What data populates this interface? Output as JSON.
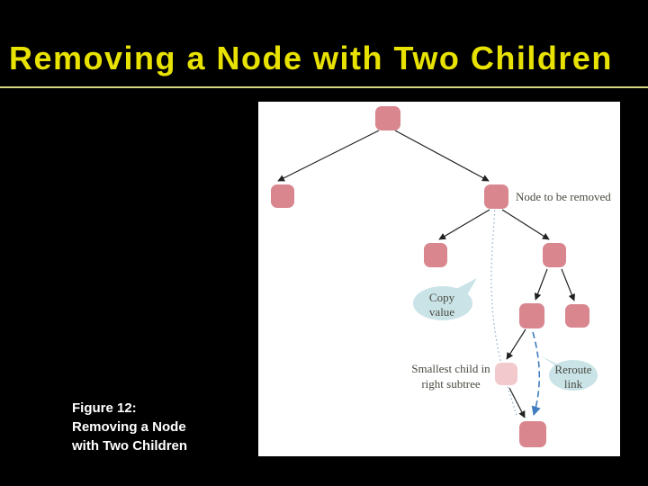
{
  "slide": {
    "title": "Removing a Node with Two Children",
    "caption_lines": [
      "Figure 12:",
      "Removing a Node",
      "with Two Children"
    ]
  },
  "diagram": {
    "labels": {
      "node_to_be_removed": "Node to be removed",
      "smallest_child_line1": "Smallest child in",
      "smallest_child_line2": "right subtree",
      "copy_value_line1": "Copy",
      "copy_value_line2": "value",
      "reroute_line1": "Reroute",
      "reroute_line2": "link"
    }
  },
  "colors": {
    "background": "#000000",
    "title": "#e8e200",
    "underline": "#d6d67e",
    "panel": "#ffffff",
    "node_pink": "#d9868e",
    "node_faded_pink": "#f2cacd",
    "bubble_blue": "#c9e3e7",
    "label_text": "#4b4b42",
    "caption_text": "#ffffff",
    "arrow_black": "#222222",
    "link_blue": "#3f7cc0",
    "dotted_blue": "#90a9c6"
  }
}
